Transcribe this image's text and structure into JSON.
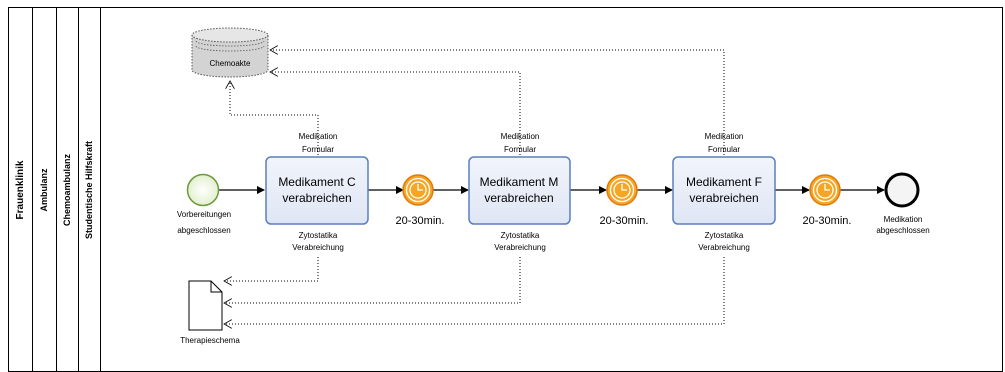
{
  "lanes": {
    "pool": "Frauenklinik",
    "lane1": "Ambulanz",
    "lane2": "Chemoambulanz",
    "lane3": "Studentische Hilfskraft"
  },
  "data_store": {
    "label": "Chemoakte"
  },
  "document": {
    "label": "Therapieschema"
  },
  "start_event": {
    "line1": "Vorbereitungen",
    "line2": "abgeschlossen"
  },
  "end_event": {
    "line1": "Medikation",
    "line2": "abgeschlossen"
  },
  "tasks": [
    {
      "line1": "Medikament C",
      "line2": "verabreichen",
      "input_line1": "Medikation",
      "input_line2": "Formular",
      "output_line1": "Zytostatika",
      "output_line2": "Verabreichung"
    },
    {
      "line1": "Medikament M",
      "line2": "verabreichen",
      "input_line1": "Medikation",
      "input_line2": "Formular",
      "output_line1": "Zytostatika",
      "output_line2": "Verabreichung"
    },
    {
      "line1": "Medikament F",
      "line2": "verabreichen",
      "input_line1": "Medikation",
      "input_line2": "Formular",
      "output_line1": "Zytostatika",
      "output_line2": "Verabreichung"
    }
  ],
  "timers": [
    {
      "label": "20-30min."
    },
    {
      "label": "20-30min."
    },
    {
      "label": "20-30min."
    }
  ],
  "colors": {
    "task_fill": "#e8edf7",
    "task_stroke": "#5a7fbf",
    "start_fill": "#eef7e0",
    "start_stroke": "#6a9a3a",
    "timer_fill": "#f5a623",
    "timer_stroke": "#e07a10",
    "store_fill": "#d3d3d3"
  }
}
